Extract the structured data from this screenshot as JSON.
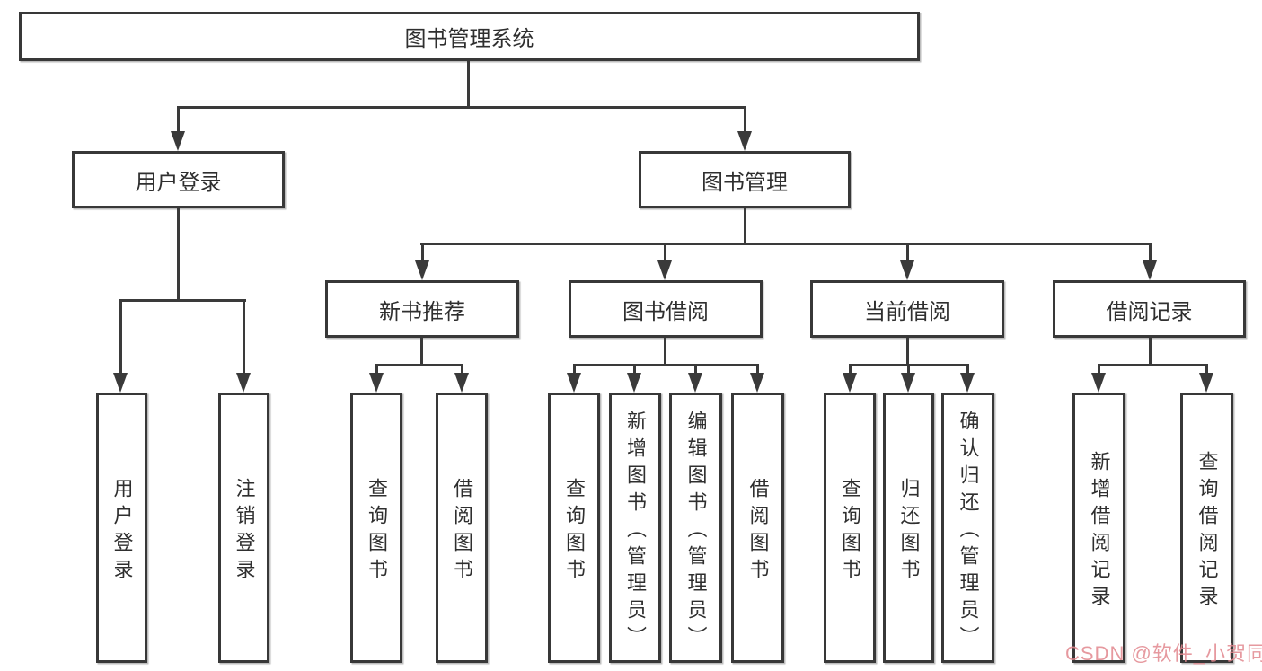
{
  "diagram_title": "图书管理系统",
  "tree": {
    "root": {
      "label": "图书管理系统",
      "children": [
        {
          "label": "用户登录",
          "children": [
            {
              "label": "用户登录"
            },
            {
              "label": "注销登录"
            }
          ]
        },
        {
          "label": "图书管理",
          "children": [
            {
              "label": "新书推荐",
              "children": [
                {
                  "label": "查询图书"
                },
                {
                  "label": "借阅图书"
                }
              ]
            },
            {
              "label": "图书借阅",
              "children": [
                {
                  "label": "查询图书"
                },
                {
                  "label": "新增图书（管理员）"
                },
                {
                  "label": "编辑图书（管理员）"
                },
                {
                  "label": "借阅图书"
                }
              ]
            },
            {
              "label": "当前借阅",
              "children": [
                {
                  "label": "查询图书"
                },
                {
                  "label": "归还图书"
                },
                {
                  "label": "确认归还（管理员）"
                }
              ]
            },
            {
              "label": "借阅记录",
              "children": [
                {
                  "label": "新增借阅记录"
                },
                {
                  "label": "查询借阅记录"
                }
              ]
            }
          ]
        }
      ]
    }
  },
  "watermark": {
    "text": "CSDN @软件_小贺同学"
  },
  "colors": {
    "line": "#3a3a3a",
    "box_border": "#383838",
    "background": "#ffffff",
    "watermark": "#e2888f"
  }
}
